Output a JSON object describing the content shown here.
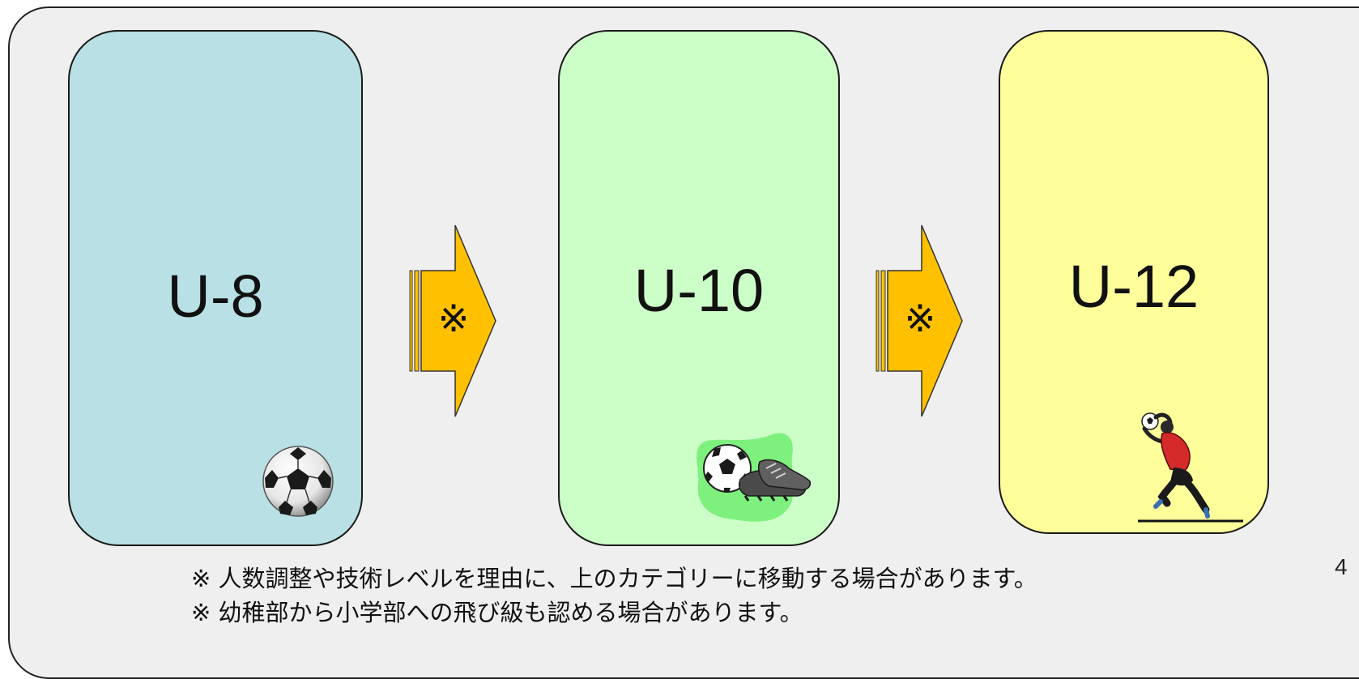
{
  "stages": [
    {
      "label": "U-8",
      "color": "#b9e0e4",
      "icon": "soccer-ball-icon"
    },
    {
      "label": "U-10",
      "color": "#ccfec8",
      "icon": "ball-and-cleats-icon"
    },
    {
      "label": "U-12",
      "color": "#fefe9a",
      "icon": "goalkeeper-icon"
    }
  ],
  "arrows": [
    {
      "mark": "※",
      "color": "#ffc000"
    },
    {
      "mark": "※",
      "color": "#ffc000"
    }
  ],
  "notes": [
    "※ 人数調整や技術レベルを理由に、上のカテゴリーに移動する場合があります。",
    "※ 幼稚部から小学部への飛び級も認める場合があります。"
  ],
  "page_number": "4",
  "colors": {
    "background": "#efefef",
    "border": "#222222"
  }
}
